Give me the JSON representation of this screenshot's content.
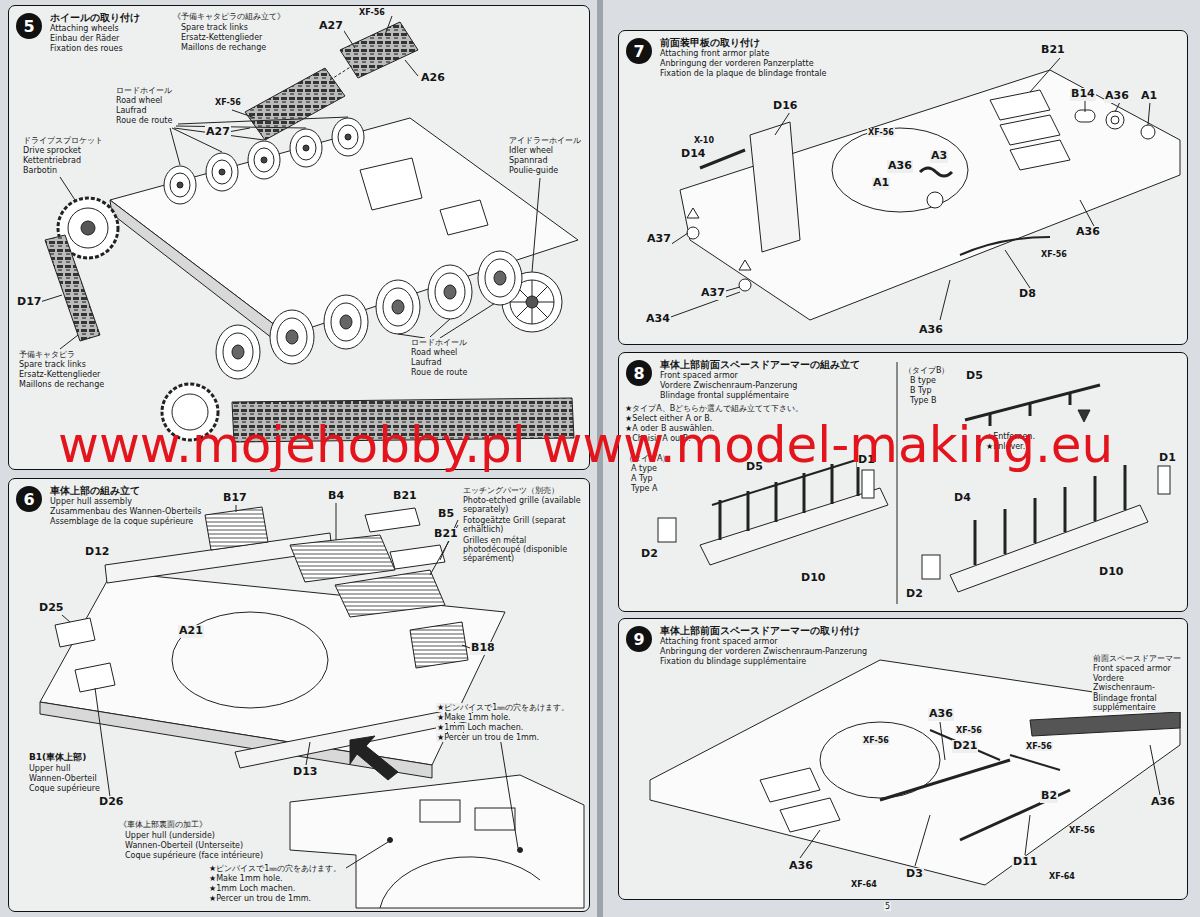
{
  "diagram": {
    "nodes": [
      {
        "text": [
          "ホイールの取り付け",
          "Attaching wheels",
          "Einbau der Räder",
          "Fixation des roues"
        ]
      },
      {
        "text": [
          "5"
        ],
        "in": 0
      },
      {
        "text": [
          "車体上部の組み立て",
          "Upper hull assembly",
          "Zusammenbau des Wannen-Oberteils",
          "Assemblage de la coque supérieure"
        ]
      },
      {
        "text": [
          "6"
        ],
        "in": 2
      },
      {
        "text": [
          "前面装甲板の取り付け",
          "Attaching front armor plate",
          "Anbringung der vorderen Panzerplatte",
          "Fixation de la plaque de blindage frontale"
        ]
      },
      {
        "text": [
          "7"
        ],
        "in": 4
      },
      {
        "text": [
          "車体上部前面スペースドアーマーの組み立て",
          "Front spaced armor",
          "Vordere Zwischenraum-Panzerung",
          "Blindage frontal supplémentaire"
        ]
      },
      {
        "text": [
          "8"
        ],
        "in": 6
      },
      {
        "text": [
          "車体上部前面スペースドアーマーの取り付け",
          "Attaching front spaced armor",
          "Anbringung der vorderen Zwischenraum-Panzerung",
          "Fixation du blindage supplémentaire"
        ]
      },
      {
        "text": [
          "9"
        ],
        "in": 8
      }
    ],
    "labels": [
      "《予備キャタピラの組み立て》",
      "Spare track links",
      "Ersatz-Kettenglieder",
      "Maillons de rechange",
      "XF-56",
      "A27",
      "A26",
      "XF-56",
      "A27",
      "ロードホイール",
      "Road wheel",
      "Laufrad",
      "Roue de route",
      "ドライブスプロケット",
      "Drive sprocket",
      "Kettentriebrad",
      "Barbotin",
      "アイドラーホイール",
      "Idler wheel",
      "Spannrad",
      "Poulie-guide",
      "D17",
      "予備キャタピラ",
      "Spare track links",
      "Ersatz-Kettenglieder",
      "Maillons de rechange",
      "ロードホイール",
      "Road wheel",
      "Laufrad",
      "Roue de route",
      "www.mojehobby.pl www.model-making.eu",
      "B17",
      "B4",
      "B21",
      "B5",
      "B21",
      "エッチングパーツ（別売）",
      "Photo-etched grille (available separately)",
      "Fotogeätzte Grill (separat erhältlich)",
      "Grilles en métal photodécoupé (disponible séparément)",
      "D12",
      "D25",
      "A21",
      "B18",
      "B1(車体上部)",
      "Upper hull",
      "Wannen-Oberteil",
      "Coque supérieure",
      "D26",
      "D13",
      "★ピンバイスで1㎜の穴をあけます。",
      "★Make 1mm hole.",
      "★1mm Loch machen.",
      "★Percer un trou de 1mm.",
      "《車体上部裏面の加工》",
      "Upper hull (underside)",
      "Wannen-Oberteil (Unterseite)",
      "Coque supérieure (face intérieure)",
      "★ピンバイスで1㎜の穴をあけます。",
      "★Make 1mm hole.",
      "★1mm Loch machen.",
      "★Percer un trou de 1mm.",
      "B21",
      "B14",
      "A36",
      "A1",
      "D16",
      "X-10",
      "D14",
      "XF-56",
      "A3",
      "A36",
      "A1",
      "A36",
      "A37",
      "A37",
      "A34",
      "XF-56",
      "D8",
      "A36",
      "★タイプA、Bどちらか選んで組み立てて下さい。",
      "★Select either A or B.",
      "★A oder B auswählen.",
      "★Choisir A ou B.",
      "（タイプA）",
      "A type",
      "A Typ",
      "Type A",
      "D5",
      "D1",
      "D2",
      "D10",
      "（タイプB）",
      "B type",
      "B Typ",
      "Type B",
      "D5",
      "D1",
      "★Entfernen.",
      "★Enlever.",
      "D4",
      "D2",
      "D10",
      "前面スペースドアーマー",
      "Front spaced armor",
      "Vordere Zwischenraum-Panzerung",
      "Blindage frontal supplémentaire",
      "XF-56",
      "A36",
      "XF-56",
      "D21",
      "XF-56",
      "B2",
      "XF-56",
      "A36",
      "D3",
      "XF-64",
      "D11",
      "XF-64",
      "A36",
      "5"
    ]
  }
}
